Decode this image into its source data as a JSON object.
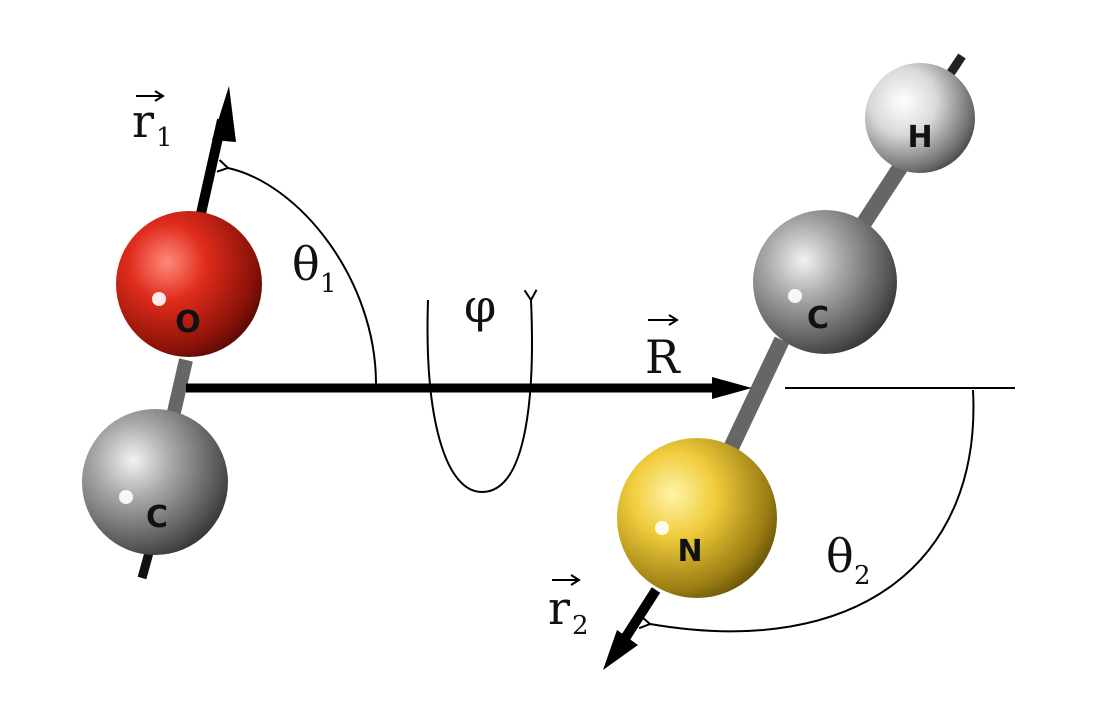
{
  "diagram": {
    "molecule_left": {
      "atom_top": {
        "element": "O",
        "color": "#e02c1c"
      },
      "atom_bottom": {
        "element": "C",
        "color": "#8c8c8c"
      }
    },
    "molecule_right": {
      "atom_h": {
        "element": "H",
        "color": "#c8c8c8"
      },
      "atom_c": {
        "element": "C",
        "color": "#8c8c8c"
      },
      "atom_n": {
        "element": "N",
        "color": "#f0cd3c"
      }
    },
    "vectors": {
      "r1": {
        "symbol": "r",
        "subscript": "1"
      },
      "r2": {
        "symbol": "r",
        "subscript": "2"
      },
      "R": {
        "symbol": "R"
      }
    },
    "angles": {
      "theta1": {
        "symbol": "θ",
        "subscript": "1"
      },
      "theta2": {
        "symbol": "θ",
        "subscript": "2"
      },
      "phi": {
        "symbol": "φ"
      }
    }
  }
}
